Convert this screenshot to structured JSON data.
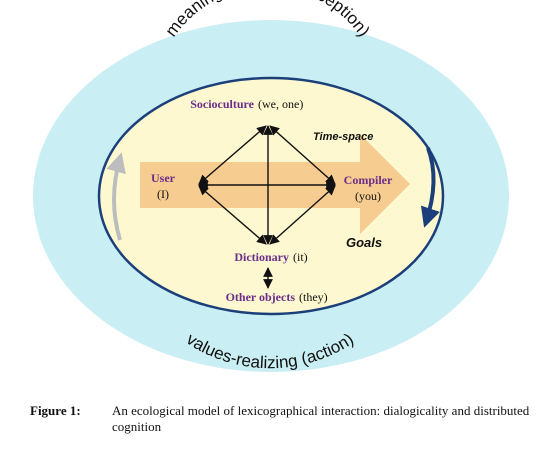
{
  "arc_labels": {
    "top": "meaning-making (perception)",
    "bottom": "values-realizing (action)"
  },
  "nodes": {
    "socioculture": {
      "name": "Socioculture",
      "sub": "(we, one)"
    },
    "user": {
      "name": "User",
      "sub": "(I)"
    },
    "compiler": {
      "name": "Compiler",
      "sub": "(you)"
    },
    "dictionary": {
      "name": "Dictionary",
      "sub": "(it)"
    },
    "other": {
      "name": "Other objects",
      "sub": "(they)"
    }
  },
  "annotations": {
    "time_space": "Time-space",
    "goals": "Goals"
  },
  "caption": {
    "label": "Figure 1:",
    "text": "An ecological model of lexicographical interaction: dialogicality and distributed cognition"
  },
  "colors": {
    "outer_ring": "#c9eef3",
    "inner_disc": "#fdf8cf",
    "circle_border": "#1b3f7a",
    "band": "#f5c98c",
    "node_label": "#6b2e8a",
    "arrow_dark": "#1b3f7a",
    "arrow_light": "#bdbdbd"
  }
}
